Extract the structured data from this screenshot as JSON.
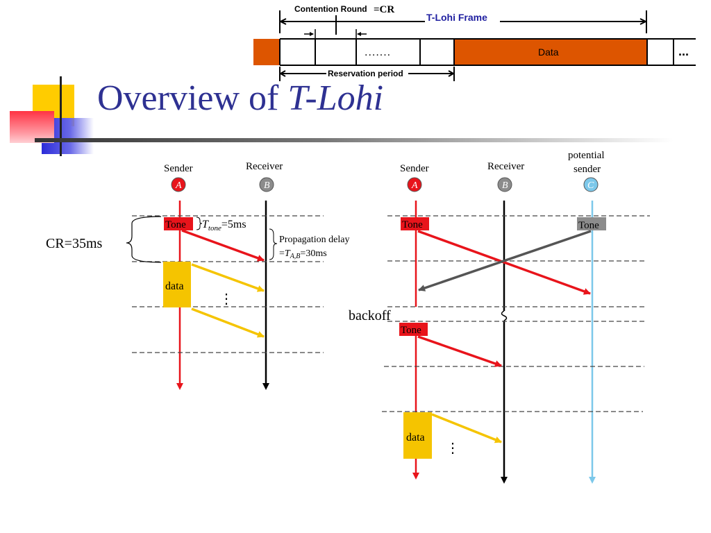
{
  "slide": {
    "title_prefix": "Overview of ",
    "title_italic": "T-Lohi"
  },
  "frame": {
    "contention_round_label": "Contention Round",
    "cr_label": "=CR",
    "tlohi_frame_label": "T-Lohi Frame",
    "dots_label": ".......",
    "data_label": "Data",
    "more_label": "...",
    "reservation_label": "Reservation period",
    "colors": {
      "data_fill": "#DD5500",
      "title_blue": "#1F1FA0"
    }
  },
  "left": {
    "sender_label": "Sender",
    "receiver_label": "Receiver",
    "node_a": "A",
    "node_b": "B",
    "tone_label": "Tone",
    "ttone_t": "T",
    "ttone_sub": "tone",
    "ttone_value": "=5ms",
    "prop_line1": "Propagation delay",
    "prop_eq": "=",
    "prop_t": "T",
    "prop_sub": "A,B",
    "prop_value": "=30ms",
    "cr_label": "CR=35ms",
    "data_label": "data",
    "vdots": "⋮"
  },
  "right": {
    "sender_label": "Sender",
    "receiver_label": "Receiver",
    "potential_line1": "potential",
    "potential_line2": "sender",
    "node_a": "A",
    "node_b": "B",
    "node_c": "C",
    "tone_a_label": "Tone",
    "tone_c_label": "Tone",
    "tone_a2_label": "Tone",
    "backoff_label": "backoff",
    "data_label": "data",
    "vdots": "⋮"
  },
  "colors": {
    "title": "#2E3192",
    "tone_red": "#E8141B",
    "tone_gray": "#8C8C8C",
    "data_yellow": "#F5C400",
    "arrow_red": "#E8141B",
    "arrow_yellow": "#F5C400",
    "arrow_gray": "#555555",
    "node_c_blue": "#7CC8EA"
  }
}
